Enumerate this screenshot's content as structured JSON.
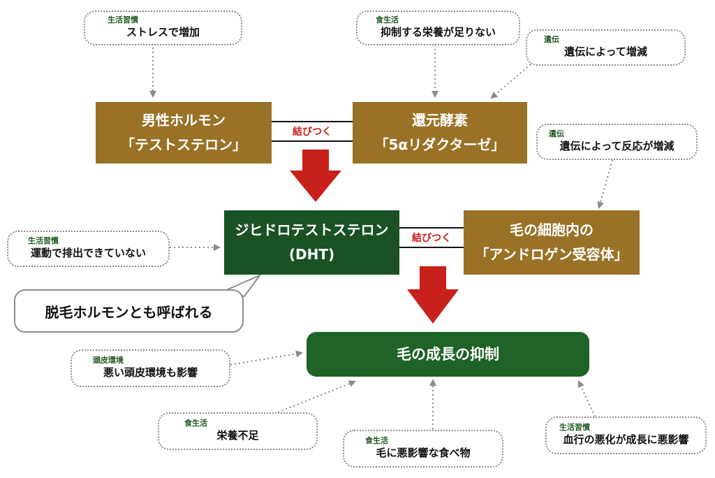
{
  "boxes": {
    "testosterone": {
      "line1": "男性ホルモン",
      "line2": "「テストステロン」"
    },
    "reductase": {
      "line1": "還元酵素",
      "line2": "「5αリダクターゼ」"
    },
    "dht": {
      "line1": "ジヒドロテストステロン",
      "line2": "(DHT)"
    },
    "receptor": {
      "line1": "毛の細胞内の",
      "line2": "「アンドロゲン受容体」"
    },
    "result": {
      "line1": "毛の成長の抑制"
    }
  },
  "links": {
    "top": "結びつく",
    "middle": "結びつく"
  },
  "bubble": "脱毛ホルモンとも呼ばれる",
  "notes": {
    "stress": {
      "tag": "生活習慣",
      "text": "ストレスで増加"
    },
    "nutrition_lack_enzyme": {
      "tag": "食生活",
      "text": "抑制する栄養が足りない"
    },
    "heredity1": {
      "tag": "遺伝",
      "text": "遺伝によって増減"
    },
    "heredity2": {
      "tag": "遺伝",
      "text": "遺伝によって反応が増減"
    },
    "exercise": {
      "tag": "生活習慣",
      "text": "運動で排出できていない"
    },
    "scalp": {
      "tag": "頭皮環境",
      "text": "悪い頭皮環境も影響"
    },
    "malnutrition": {
      "tag": "食生活",
      "text": "栄養不足"
    },
    "bad_food": {
      "tag": "食生活",
      "text": "毛に悪影響な食べ物"
    },
    "blood": {
      "tag": "生活習慣",
      "text": "血行の悪化が成長に悪影響"
    }
  },
  "colors": {
    "gold_box": "#9a7227",
    "green_box": "#1a5223",
    "arrow_red": "#c8201a",
    "tag_green": "#1f5a20"
  }
}
